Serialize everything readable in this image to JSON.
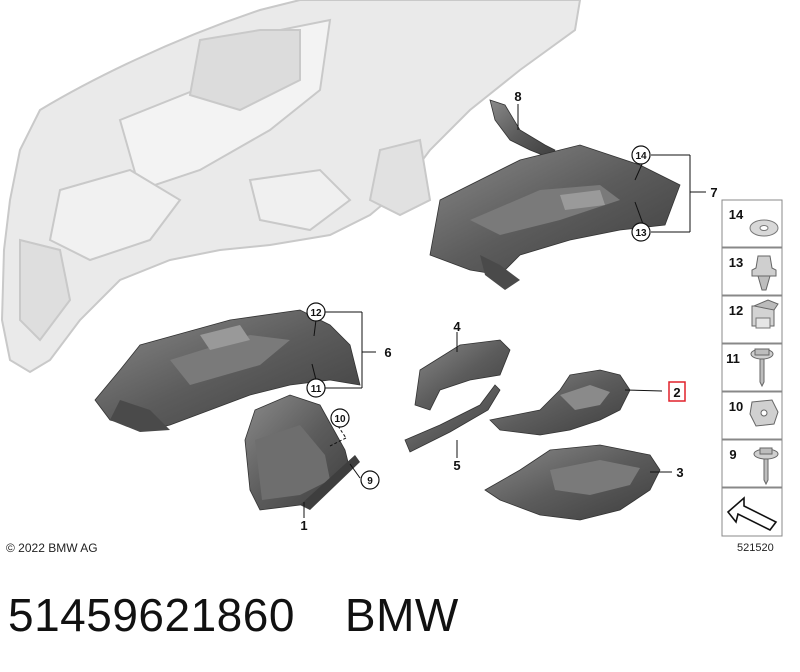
{
  "diagram": {
    "callouts": {
      "p1": "1",
      "p2": "2",
      "p3": "3",
      "p4": "4",
      "p5": "5",
      "p6": "6",
      "p7": "7",
      "p8": "8",
      "p9": "9",
      "p10": "10",
      "p11": "11",
      "p12": "12",
      "p13": "13",
      "p14": "14"
    },
    "legend": [
      "14",
      "13",
      "12",
      "11",
      "10",
      "9"
    ],
    "highlighted": "2",
    "colors": {
      "part": "#5a5a5a",
      "dashboard": "#e8e8e8",
      "highlight": "#e0202a"
    }
  },
  "copyright": "© 2022 BMW AG",
  "catalog_number": "521520",
  "footer": {
    "part_number": "51459621860",
    "brand": "BMW"
  }
}
